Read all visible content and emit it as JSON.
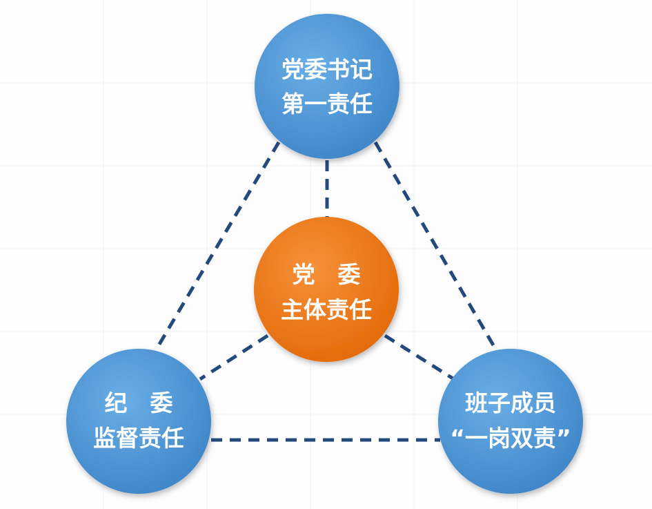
{
  "diagram": {
    "nodes": {
      "top": {
        "line1": "党委书记",
        "line2": "第一责任"
      },
      "center": {
        "line1": "党　委",
        "line2": "主体责任"
      },
      "left": {
        "line1": "纪　委",
        "line2": "监督责任"
      },
      "right": {
        "line1": "班子成员",
        "line2": "“一岗双责”"
      }
    },
    "colors": {
      "blue_node": "#4a90d0",
      "orange_node": "#ec7512",
      "connector": "#244a7c",
      "background": "#fdfdfe"
    }
  }
}
